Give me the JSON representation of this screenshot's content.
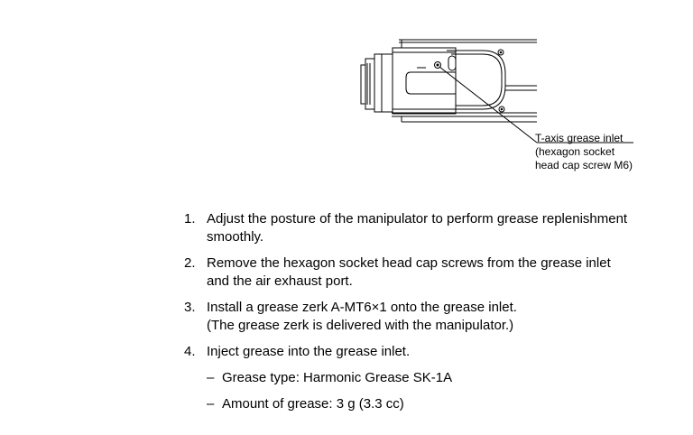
{
  "figure": {
    "callout_lines": [
      "T-axis grease inlet",
      "(hexagon socket",
      "head cap screw M6)"
    ]
  },
  "steps": [
    {
      "number": "1.",
      "lines": [
        "Adjust the posture of the manipulator to perform grease replenishment",
        "smoothly."
      ]
    },
    {
      "number": "2.",
      "lines": [
        "Remove the hexagon socket head cap screws from the grease inlet",
        "and the air exhaust port."
      ]
    },
    {
      "number": "3.",
      "lines": [
        "Install a grease zerk A-MT6×1 onto the grease inlet.",
        "(The grease zerk is delivered with the manipulator.)"
      ]
    },
    {
      "number": "4.",
      "lines": [
        "Inject grease into the grease inlet."
      ],
      "subitems": [
        {
          "dash": "–",
          "text": "Grease type: Harmonic Grease SK-1A"
        },
        {
          "dash": "–",
          "text": "Amount of grease: 3 g (3.3 cc)"
        }
      ]
    }
  ]
}
